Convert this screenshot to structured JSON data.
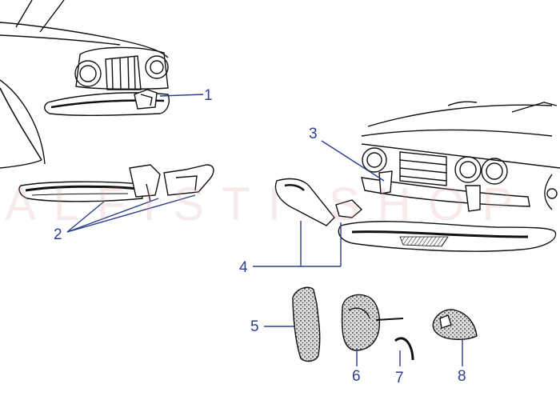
{
  "diagram": {
    "watermark_text": "ALFISTI SHOP",
    "colors": {
      "line": "#111111",
      "callout": "#2b3f8e",
      "watermark": "#d6a0a0"
    },
    "callouts": [
      {
        "id": "1",
        "label": "1"
      },
      {
        "id": "2",
        "label": "2"
      },
      {
        "id": "3",
        "label": "3"
      },
      {
        "id": "4",
        "label": "4"
      },
      {
        "id": "5",
        "label": "5"
      },
      {
        "id": "6",
        "label": "6"
      },
      {
        "id": "7",
        "label": "7"
      },
      {
        "id": "8",
        "label": "8"
      }
    ]
  }
}
